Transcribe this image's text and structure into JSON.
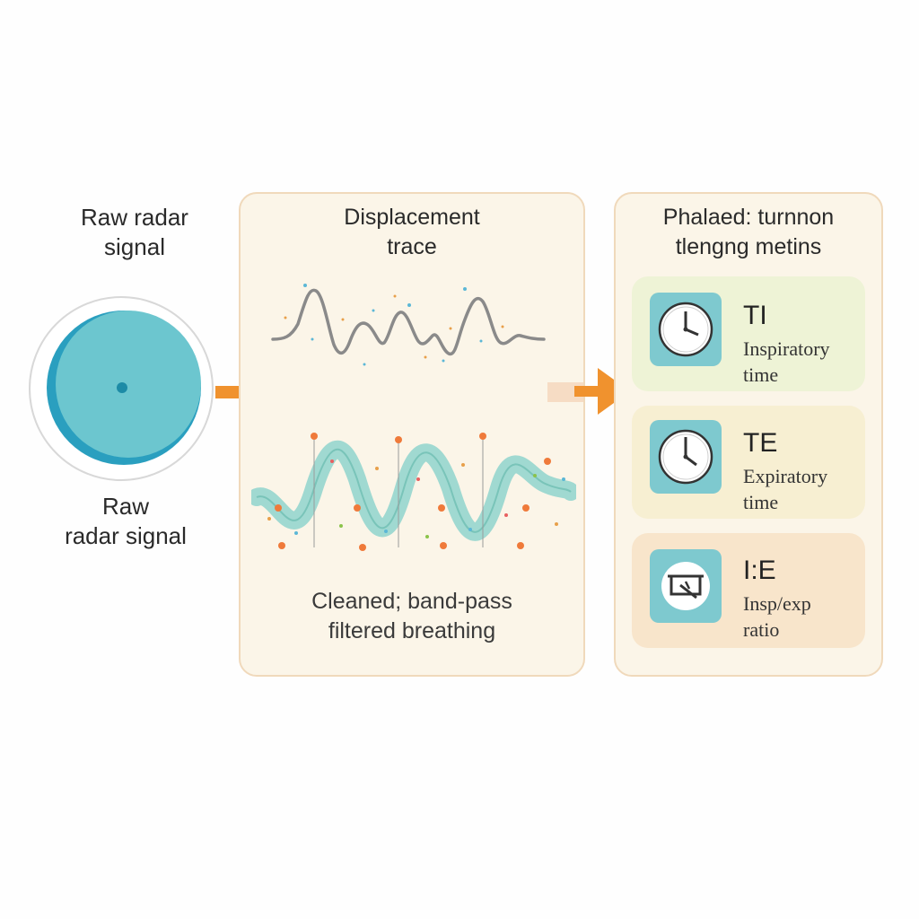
{
  "left": {
    "title": "Raw radar\nsignal",
    "bottom_label": "Raw\nradar signal"
  },
  "middle": {
    "title": "Displacement\ntrace",
    "caption": "Cleaned; band-pass\nfiltered breathing"
  },
  "right": {
    "title": "Phalaed: turnnon\ntlengng metins",
    "cards": [
      {
        "abbr": "TI",
        "desc": "Inspiratory\ntime",
        "icon": "clock-icon",
        "bg": "#eef3d6"
      },
      {
        "abbr": "TE",
        "desc": "Expiratory\ntime",
        "icon": "clock-icon",
        "bg": "#f7efd2"
      },
      {
        "abbr": "I:E",
        "desc": "Insp/exp\nratio",
        "icon": "ratio-icon",
        "bg": "#f8e5cb"
      }
    ]
  },
  "colors": {
    "accent_orange": "#f0922e",
    "teal": "#6cc6cf",
    "teal_dark": "#2a9fbf",
    "panel_bg": "#fbf5e8",
    "panel_border": "#f0d9bb",
    "raw_trace": "#8a8a8a"
  }
}
